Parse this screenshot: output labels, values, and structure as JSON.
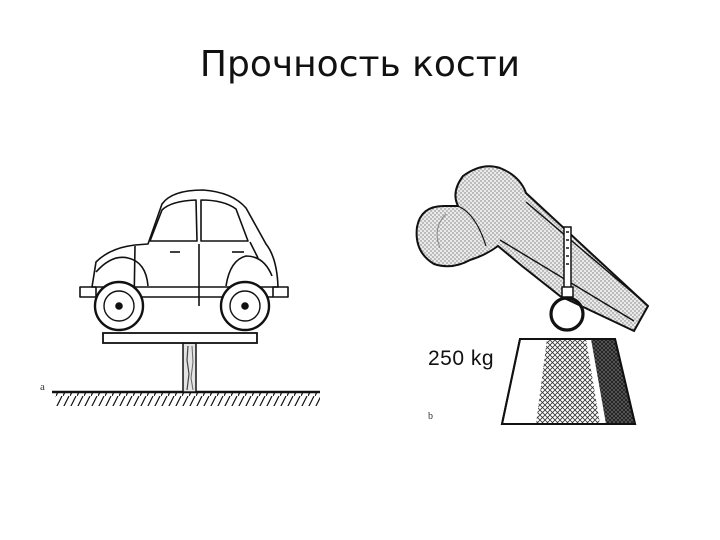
{
  "title": "Прочность кости",
  "figure_a": {
    "label": "a"
  },
  "figure_b": {
    "label": "b",
    "weight_label": "250  kg"
  }
}
